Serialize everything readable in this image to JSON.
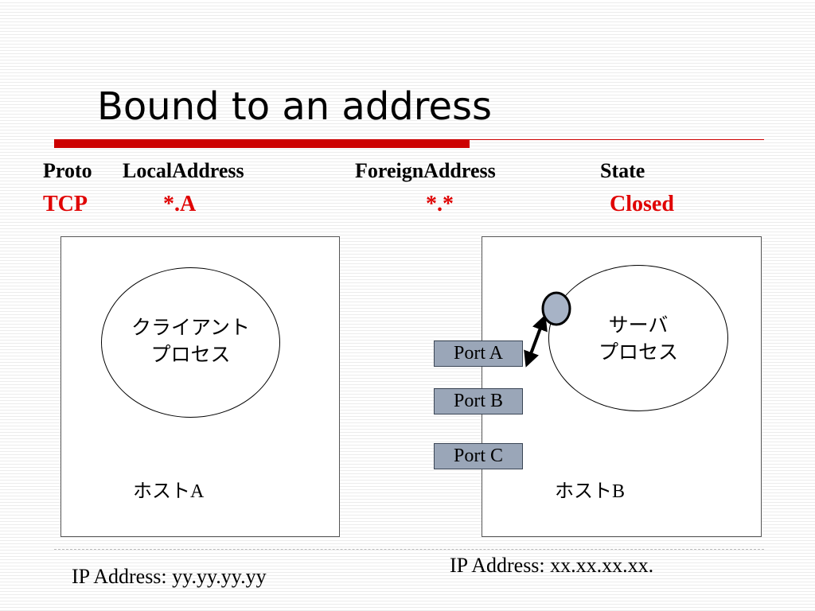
{
  "title": "Bound to an address",
  "headers": {
    "proto": "Proto",
    "local": "LocalAddress",
    "foreign": "ForeignAddress",
    "state": "State"
  },
  "row": {
    "proto": "TCP",
    "local": "*.A",
    "foreign": "*.*",
    "state": "Closed"
  },
  "host_a": {
    "process": [
      "クライアント",
      "プロセス"
    ],
    "label_jp": "ホスト",
    "label_suffix": "A",
    "ip": "IP Address: yy.yy.yy.yy"
  },
  "host_b": {
    "process": [
      "サーバ",
      "プロセス"
    ],
    "label_jp": "ホスト",
    "label_suffix": "B",
    "ip": "IP Address: xx.xx.xx.xx."
  },
  "ports": [
    "Port A",
    "Port B",
    "Port C"
  ],
  "colors": {
    "accent": "#cc0000",
    "value_text": "#e00000",
    "port_fill": "#9aa6b8",
    "socket_fill": "#a7b3c6"
  }
}
